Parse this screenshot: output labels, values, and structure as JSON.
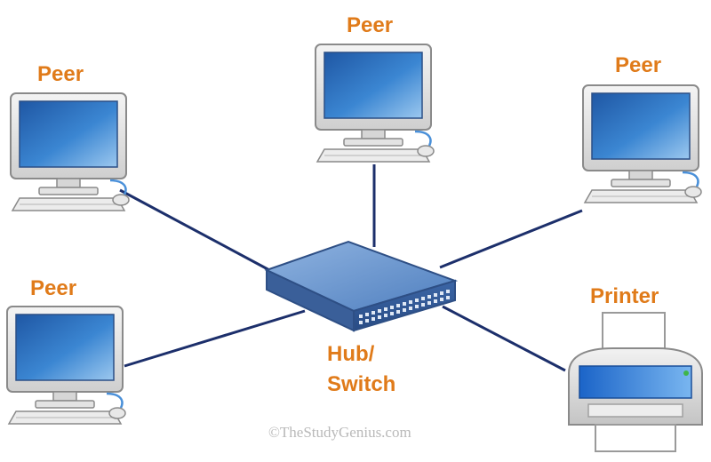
{
  "nodes": {
    "peer_top_left": "Peer",
    "peer_top_center": "Peer",
    "peer_top_right": "Peer",
    "peer_bottom_left": "Peer",
    "printer": "Printer",
    "hub_line1": "Hub/",
    "hub_line2": "Switch"
  },
  "watermark": "©TheStudyGenius.com",
  "colors": {
    "label": "#e07b1a",
    "link": "#1c2f6b",
    "screen": "#2f6fb8",
    "hub": "#4a7ab8"
  },
  "icons": [
    "desktop-computer-icon",
    "network-switch-icon",
    "printer-icon"
  ]
}
